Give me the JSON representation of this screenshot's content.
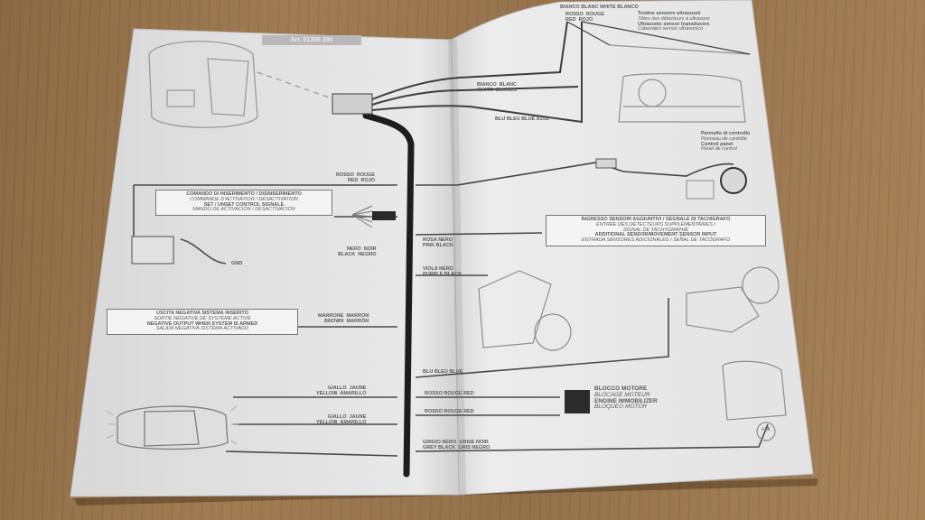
{
  "document": {
    "header_title": "Art. 01306  300",
    "sensor_block": {
      "wire_red": "ROSSO  ROUGE\nRED  ROJO",
      "wire_white": "BIANCO  BLANC  WHITE  BLANCO",
      "sensor_lines": [
        "Testine sensore ultrasuoni",
        "Têtes des détecteurs à ultrasons",
        "Ultrasonic sensor transducers",
        "Cabezales sensor ultrasonico"
      ]
    },
    "wire_white_left": "BIANCO  BLANC\nWHITE  BLANCO",
    "wire_blue": "BLU  BLEU  BLUE  AZUL",
    "control_panel": [
      "Pannello di controllo",
      "Panneau de contrôle",
      "Control panel",
      "Panel de control"
    ],
    "wire_red_feed": "ROSSO  ROUGE\nRED  ROJO",
    "command_box": [
      "COMANDO DI INSERIMENTO / DISINSERIMENTO",
      "COMMANDE D'ACTIVATION / DÉSACTIVATION",
      "SET / UNSET CONTROL SIGNALE",
      "MANDO DE ACTIVACIÓN / DESACTIVACIÓN"
    ],
    "wire_black": "NERO  NOIR\nBLACK  NEGRO",
    "gnd_label": "GND",
    "wire_pink_black": "ROSA NERO\nPINK BLACK",
    "additional_sensor_box": [
      "INGRESSO SENSORI AGGIUNTIVI / SEGNALE DI TACHIGRAFO",
      "ENTRÉE DES DÉTECTEURS SUPPLÉMENTAIRES /",
      "SIGNAL DE TACHYGRAPHE",
      "ADDITIONAL SENSOR/MOVEMENT SENSOR INPUT",
      "ENTRADA SENSORES ADICIONALES / SEÑAL DE TACÓGRAFO"
    ],
    "wire_violet_black": "VIOLA NERO\nPURPLE BLACK",
    "negative_output_box": [
      "USCITA NEGATIVA SISTEMA INSERITO",
      "SORTIE NÉGATIVE DE SYSTÈME ACTIVÉ",
      "NEGATIVE OUTPUT WHEN SYSTEM IS ARMED",
      "SALIDA NEGATIVA SISTEMA ACTIVADO"
    ],
    "wire_brown": "MARRONE  MARRON\nBROWN  MARRÓN",
    "wire_blue_left": "BLU  BLEU  BLUE",
    "wire_yellow_1": "GIALLO  JAUNE\nYELLOW  AMARILLO",
    "wire_yellow_2": "GIALLO  JAUNE\nYELLOW  AMARILLO",
    "wire_pair_1": "ROSSO  ROUGE  RED",
    "wire_pair_2": "ROSSO  ROUGE  RED",
    "engine_block": [
      "BLOCCO MOTORE",
      "BLOCAGE MOTEUR",
      "ENGINE IMMOBILIZER",
      "BLOQUEO MOTOR"
    ],
    "wire_grey_black": "GRIGIO NERO  GRISE NOIR\nGREY BLACK  GRIS NEGRO",
    "fuse_label": "+15"
  }
}
